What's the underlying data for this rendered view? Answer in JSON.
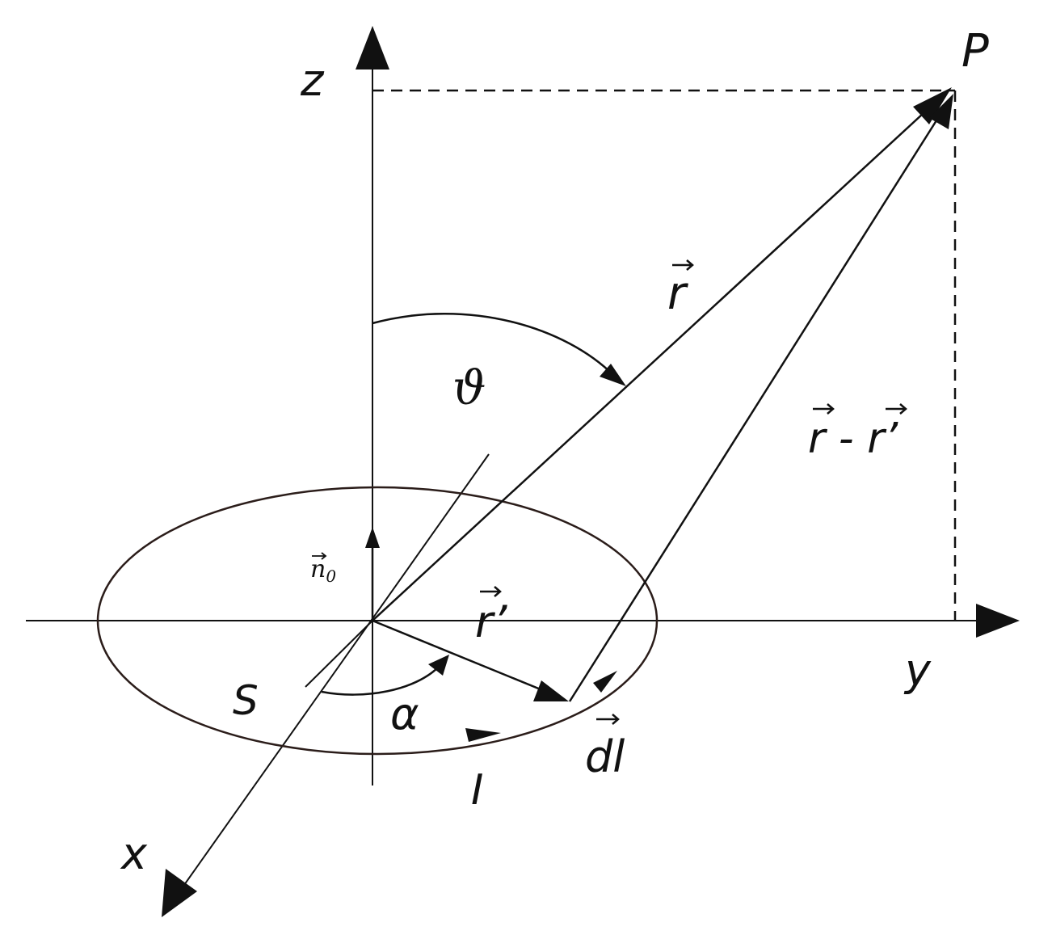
{
  "labels": {
    "z_axis": "z",
    "y_axis": "y",
    "x_axis": "x",
    "point": "P",
    "r": "r",
    "r_prime": "r’",
    "r_minus_r_prime": "r - r’",
    "theta": "ϑ",
    "alpha": "α",
    "surface": "S",
    "current": "I",
    "dl": "dl",
    "normal": "n",
    "normal_sub": "0"
  },
  "colors": {
    "stroke": "#111111",
    "loop": "#2b1d1a",
    "background": "#ffffff"
  }
}
